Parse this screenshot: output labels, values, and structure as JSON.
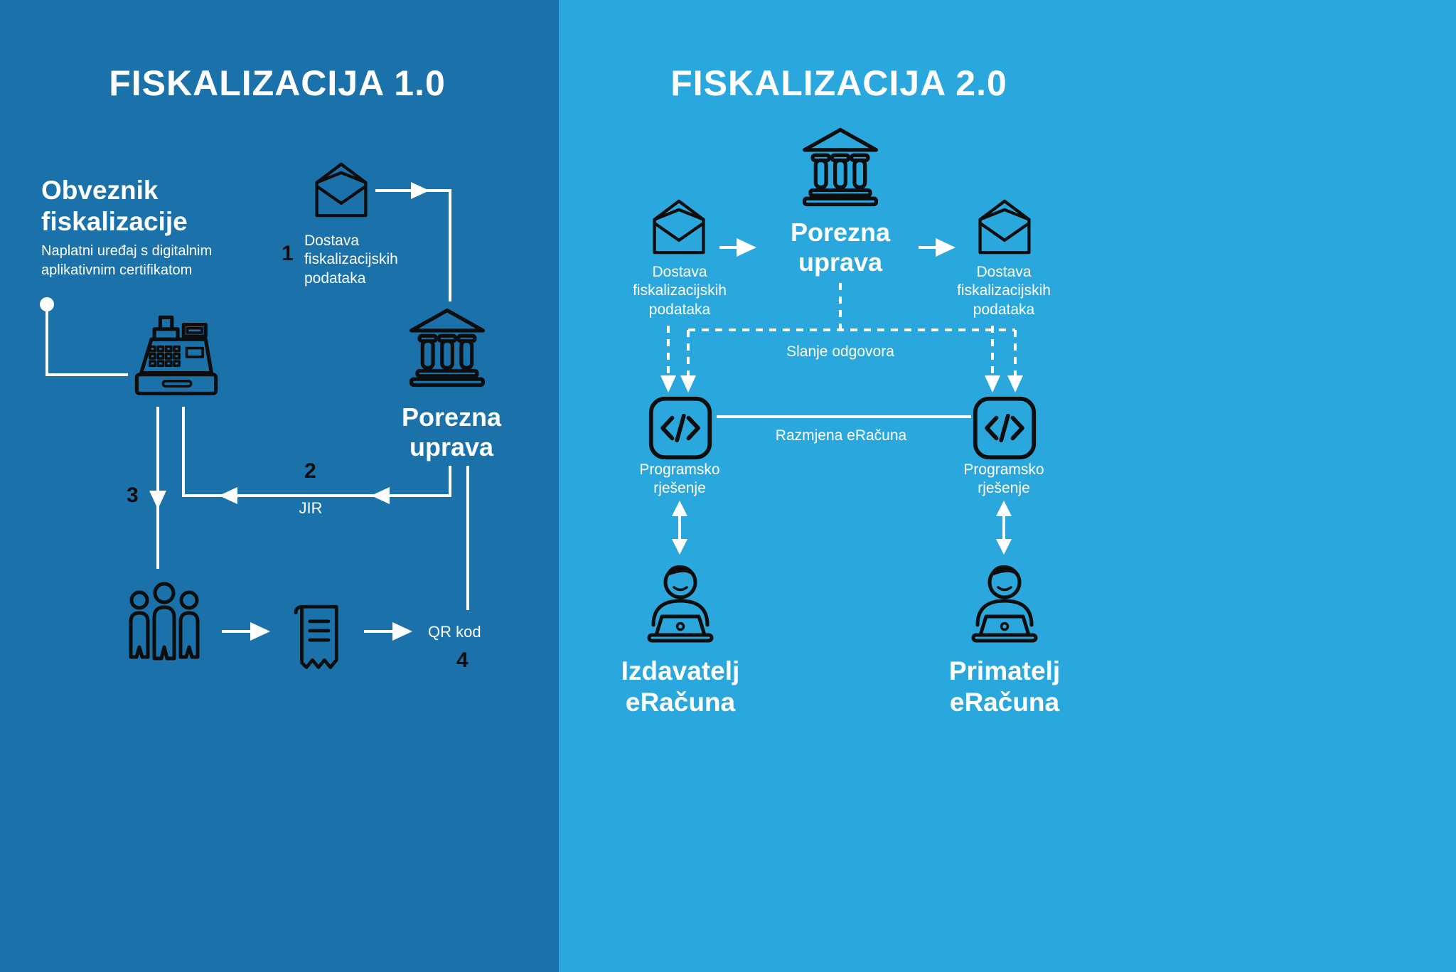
{
  "colors": {
    "left_background": "#1b72ab",
    "right_background": "#2aa8de",
    "icon_color": "#0d0d0d",
    "text_color": "#ffffff"
  },
  "left": {
    "title": "FISKALIZACIJA 1.0",
    "obveznik_title": "Obveznik\nfiskalizacije",
    "obveznik_subtitle": "Naplatni uređaj s digitalnim\naplikativnim certifikatom",
    "step1": {
      "number": "1",
      "label": "Dostava\nfiskalizacijskih\npodataka"
    },
    "tax_office": "Porezna\nuprava",
    "step2": {
      "number": "2",
      "label": "JIR"
    },
    "step3": {
      "number": "3"
    },
    "step4": {
      "number": "4",
      "label": "QR kod"
    }
  },
  "right": {
    "title": "FISKALIZACIJA 2.0",
    "tax_office": "Porezna\nuprava",
    "incoming_label": "Dostava\nfiskalizacijskih\npodataka",
    "outgoing_label": "Dostava\nfiskalizacijskih\npodataka",
    "response_label": "Slanje odgovora",
    "exchange_label": "Razmjena eRačuna",
    "software_left": "Programsko\nrješenje",
    "software_right": "Programsko\nrješenje",
    "issuer": "Izdavatelj\neRačuna",
    "receiver": "Primatelj\neRačuna"
  }
}
